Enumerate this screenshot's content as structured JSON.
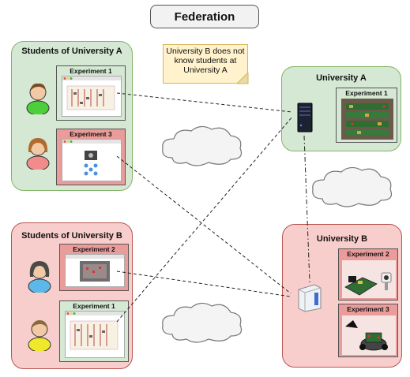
{
  "title": "Federation",
  "note": {
    "line1": "University B does not",
    "line2": "know students at",
    "line3": "University A"
  },
  "groups": {
    "students_a": {
      "label": "Students of University A",
      "exp_top": "Experiment 1",
      "exp_bottom": "Experiment 3"
    },
    "students_b": {
      "label": "Students of University B",
      "exp_top": "Experiment 2",
      "exp_bottom": "Experiment 1"
    },
    "university_a": {
      "label": "University A",
      "exp": "Experiment 1"
    },
    "university_b": {
      "label": "University B",
      "exp_top": "Experiment 2",
      "exp_bottom": "Experiment 3"
    }
  },
  "icons": {
    "student": "person-icon",
    "server": "server-icon",
    "cloud": "cloud-icon",
    "hardware": "hardware-photo"
  },
  "colors": {
    "green_fill": "#d5e8d4",
    "green_stroke": "#82b366",
    "red_fill": "#f8cecc",
    "red_stroke": "#b85450",
    "note_fill": "#fff2cc"
  }
}
